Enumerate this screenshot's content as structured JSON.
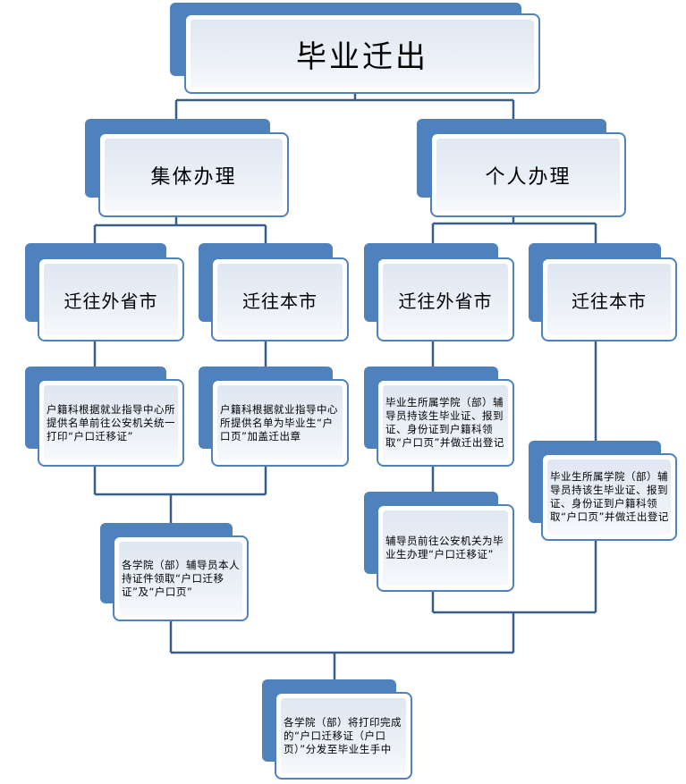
{
  "diagram": {
    "title": "毕业迁出",
    "collective": {
      "label": "集体办理",
      "out_of_province": {
        "label": "迁往外省市",
        "step1": "户籍科根据就业指导中心所提供名单前往公安机关统一打印“户口迁移证”"
      },
      "local": {
        "label": "迁往本市",
        "step1": "户籍科根据就业指导中心所提供名单为毕业生“户口页”加盖迁出章"
      },
      "merge_step": "各学院（部）辅导员本人持证件领取“户口迁移证”及“户口页”"
    },
    "individual": {
      "label": "个人办理",
      "out_of_province": {
        "label": "迁往外省市",
        "step1": "毕业生所属学院（部）辅导员持该生毕业证、报到证、身份证到户籍科领取“户口页”并做迁出登记",
        "step2": "辅导员前往公安机关为毕业生办理“户口迁移证”"
      },
      "local": {
        "label": "迁往本市",
        "step1": "毕业生所属学院（部）辅导员持该生毕业证、报到证、身份证到户籍科领取“户口页”并做迁出登记"
      }
    },
    "final_step": "各学院（部）将打印完成的“户口迁移证（户口页）”分发至毕业生手中"
  },
  "colors": {
    "accent": "#4f81bd",
    "connector": "#385d8a",
    "fill": "#e4ebf4"
  }
}
